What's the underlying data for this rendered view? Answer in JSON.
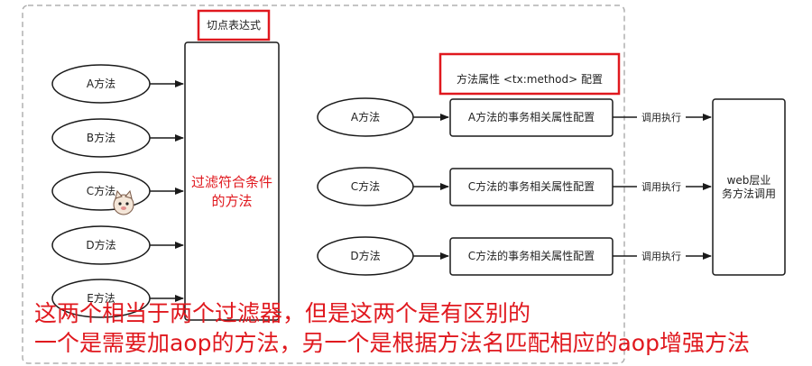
{
  "pointcut_title": "切点表达式",
  "filter_box": "过滤符合条件的方法",
  "left_methods": [
    "A方法",
    "B方法",
    "C方法",
    "D方法",
    "E方法"
  ],
  "tx_title": "方法属性 <tx:method> 配置",
  "right_rows": [
    {
      "method": "A方法",
      "config": "A方法的事务相关属性配置",
      "call": "调用执行"
    },
    {
      "method": "C方法",
      "config": "C方法的事务相关属性配置",
      "call": "调用执行"
    },
    {
      "method": "D方法",
      "config": "C方法的事务相关属性配置",
      "call": "调用执行"
    }
  ],
  "web_box": "web层业务方法调用",
  "overlay": {
    "line1": "这两个相当于两个过滤器，但是这两个是有区别的",
    "line2": "一个是需要加aop的方法，另一个是根据方法名匹配相应的aop增强方法"
  },
  "colors": {
    "highlight": "#e0181e",
    "stroke": "#1a1a1a",
    "dash": "#b0b0b0"
  }
}
